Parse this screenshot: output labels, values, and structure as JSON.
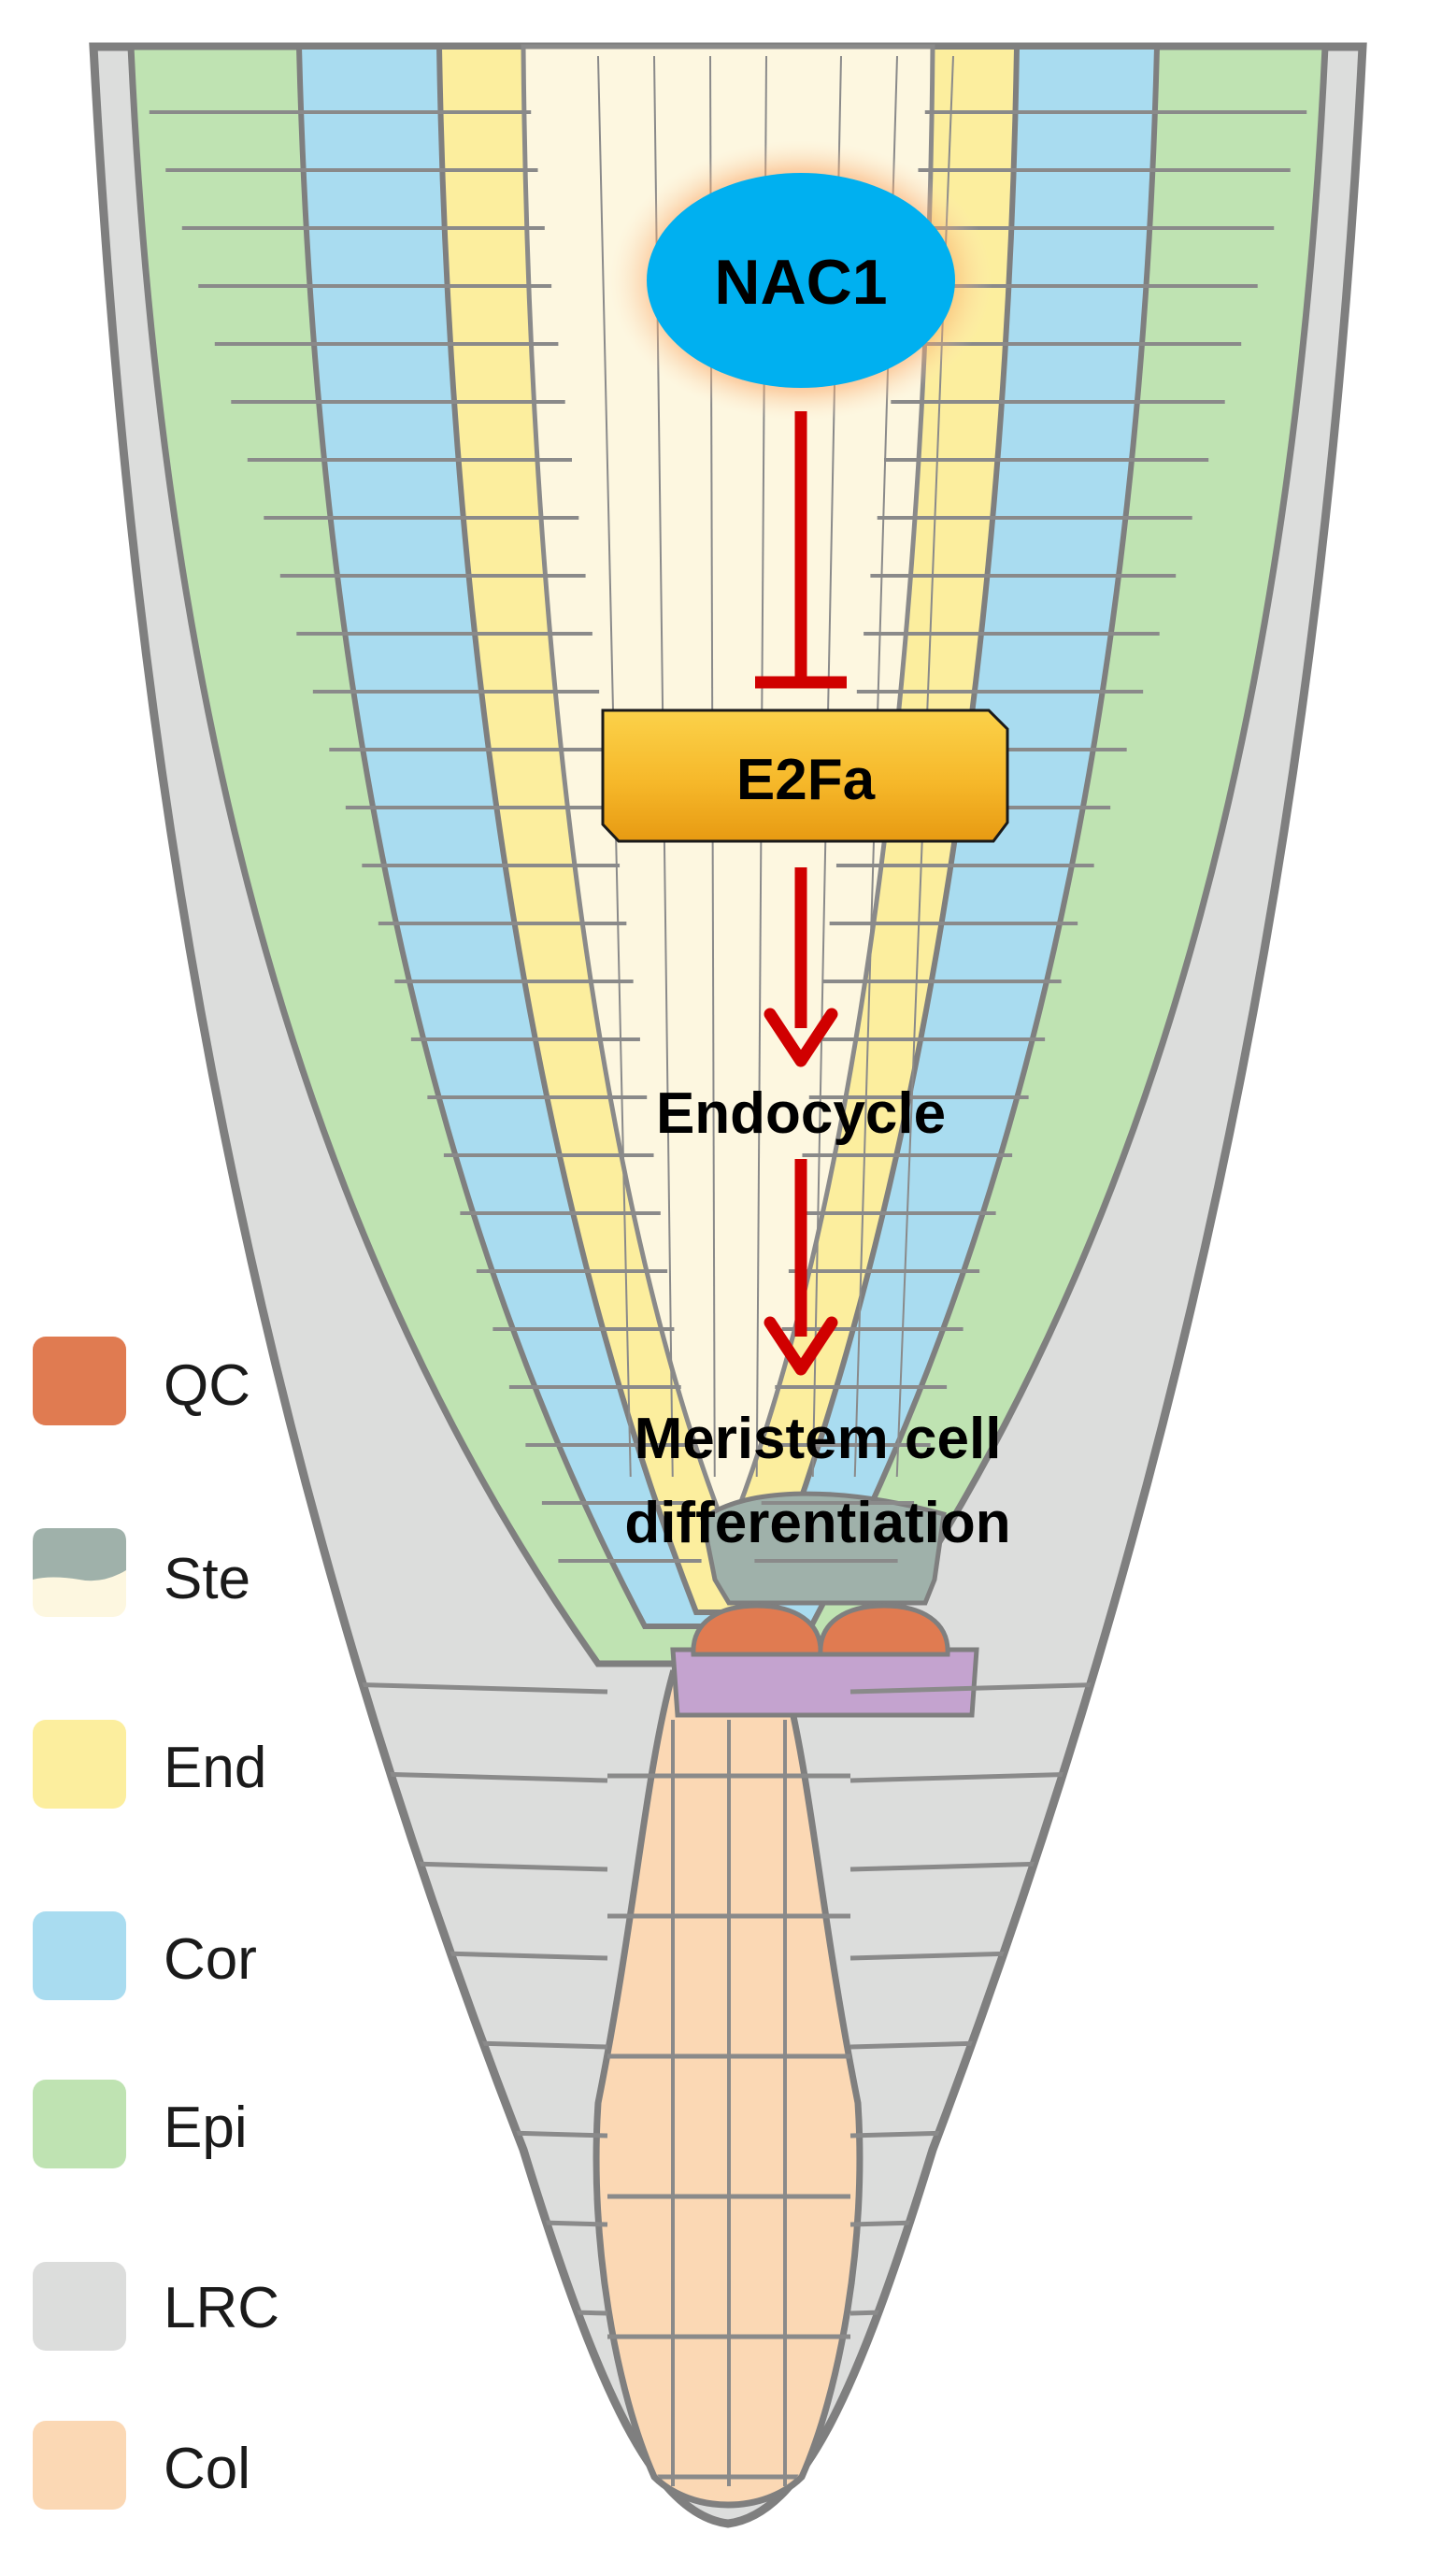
{
  "nodes": {
    "nac1": "NAC1",
    "e2fa": "E2Fa",
    "endocycle": "Endocycle",
    "differentiation_line1": "Meristem cell",
    "differentiation_line2": "differentiation"
  },
  "edges": [
    {
      "from": "NAC1",
      "to": "E2Fa",
      "kind": "inhibition"
    },
    {
      "from": "E2Fa",
      "to": "Endocycle",
      "kind": "activation"
    },
    {
      "from": "Endocycle",
      "to": "Meristem cell differentiation",
      "kind": "activation"
    }
  ],
  "legend": [
    {
      "key": "qc",
      "label": "QC",
      "color": "#e07b51"
    },
    {
      "key": "ste",
      "label": "Ste",
      "color": "#9fb1aa",
      "color2": "#fdf7e0"
    },
    {
      "key": "end",
      "label": "End",
      "color": "#fcee9e"
    },
    {
      "key": "cor",
      "label": "Cor",
      "color": "#a9dcf0"
    },
    {
      "key": "epi",
      "label": "Epi",
      "color": "#bfe3b2"
    },
    {
      "key": "lrc",
      "label": "LRC",
      "color": "#dcdddc"
    },
    {
      "key": "col",
      "label": "Col",
      "color": "#fbd8b4"
    }
  ],
  "colors": {
    "outline": "#7f7f7f",
    "arrow": "#d00000",
    "nac1_fill": "#00b0f0",
    "nac1_glow": "#f47a3a",
    "e2fa_fill": "#f6b82a",
    "stele_fill": "#fdf7e0",
    "qc_fill": "#e07b51",
    "stem_fill": "#c4a3cf",
    "ste_initial_fill": "#9fb1aa"
  }
}
